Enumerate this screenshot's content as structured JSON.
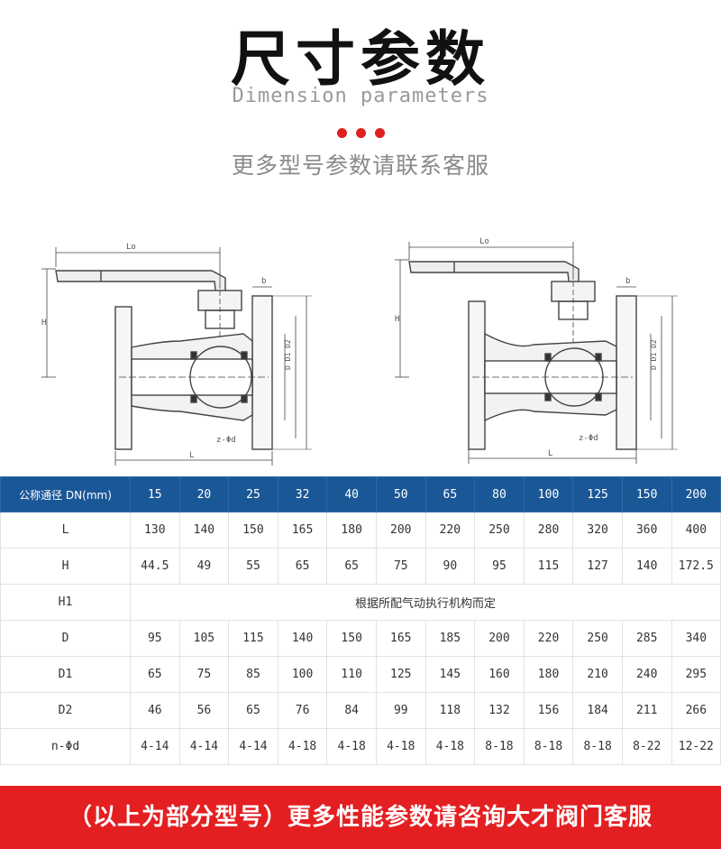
{
  "header": {
    "title": "尺寸参数",
    "subtitle": "Dimension parameters",
    "tagline": "更多型号参数请联系客服",
    "accent_color": "#e02020"
  },
  "drawing_labels": {
    "top_length": "Lo",
    "bottom_length": "L",
    "height_h": "H",
    "flange_b": "b",
    "bolt_holes": "z-Φd",
    "diameters": "D D1 D2"
  },
  "table": {
    "header_color": "#1a5797",
    "columns": [
      "公称通径 DN(mm)",
      "15",
      "20",
      "25",
      "32",
      "40",
      "50",
      "65",
      "80",
      "100",
      "125",
      "150",
      "200"
    ],
    "rows": [
      {
        "label": "L",
        "values": [
          "130",
          "140",
          "150",
          "165",
          "180",
          "200",
          "220",
          "250",
          "280",
          "320",
          "360",
          "400"
        ]
      },
      {
        "label": "H",
        "values": [
          "44.5",
          "49",
          "55",
          "65",
          "65",
          "75",
          "90",
          "95",
          "115",
          "127",
          "140",
          "172.5"
        ]
      },
      {
        "label": "H1",
        "note": "根据所配气动执行机构而定"
      },
      {
        "label": "D",
        "values": [
          "95",
          "105",
          "115",
          "140",
          "150",
          "165",
          "185",
          "200",
          "220",
          "250",
          "285",
          "340"
        ]
      },
      {
        "label": "D1",
        "values": [
          "65",
          "75",
          "85",
          "100",
          "110",
          "125",
          "145",
          "160",
          "180",
          "210",
          "240",
          "295"
        ]
      },
      {
        "label": "D2",
        "values": [
          "46",
          "56",
          "65",
          "76",
          "84",
          "99",
          "118",
          "132",
          "156",
          "184",
          "211",
          "266"
        ]
      },
      {
        "label": "n-Φd",
        "values": [
          "4-14",
          "4-14",
          "4-14",
          "4-18",
          "4-18",
          "4-18",
          "4-18",
          "8-18",
          "8-18",
          "8-18",
          "8-22",
          "12-22"
        ]
      }
    ]
  },
  "footer": {
    "text": "（以上为部分型号）更多性能参数请咨询大才阀门客服",
    "color": "#e41f21"
  }
}
